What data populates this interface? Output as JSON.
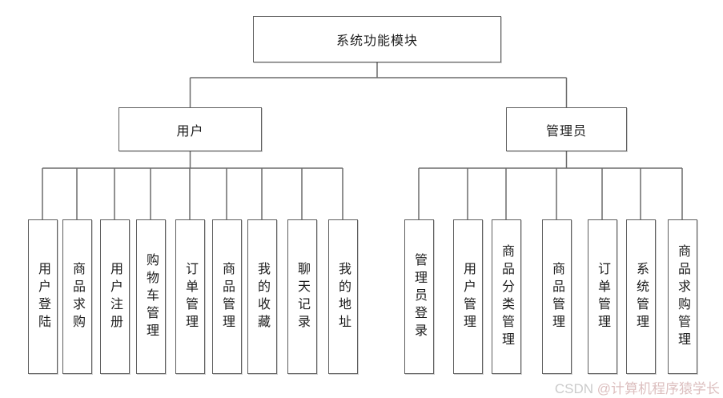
{
  "diagram": {
    "root_label": "系统功能模块",
    "branches": [
      {
        "label": "用户",
        "children": [
          "用户登陆",
          "商品求购",
          "用户注册",
          "购物车管理",
          "订单管理",
          "商品管理",
          "我的收藏",
          "聊天记录",
          "我的地址"
        ]
      },
      {
        "label": "管理员",
        "children": [
          "管理员登录",
          "用户管理",
          "商品分类管理",
          "商品管理",
          "订单管理",
          "系统管理",
          "商品求购管理"
        ]
      }
    ],
    "line_color": "#6b6b6b",
    "box_border_color": "#5f5f5f",
    "box_fill_color": "#ffffff",
    "text_color": "#1c1c1c",
    "background_color": "#ffffff"
  },
  "watermark": {
    "prefix": "CSDN ",
    "handle": "@计算机程序猿学长",
    "prefix_color": "#cbcbcb",
    "handle_color": "#dcbfbf"
  }
}
